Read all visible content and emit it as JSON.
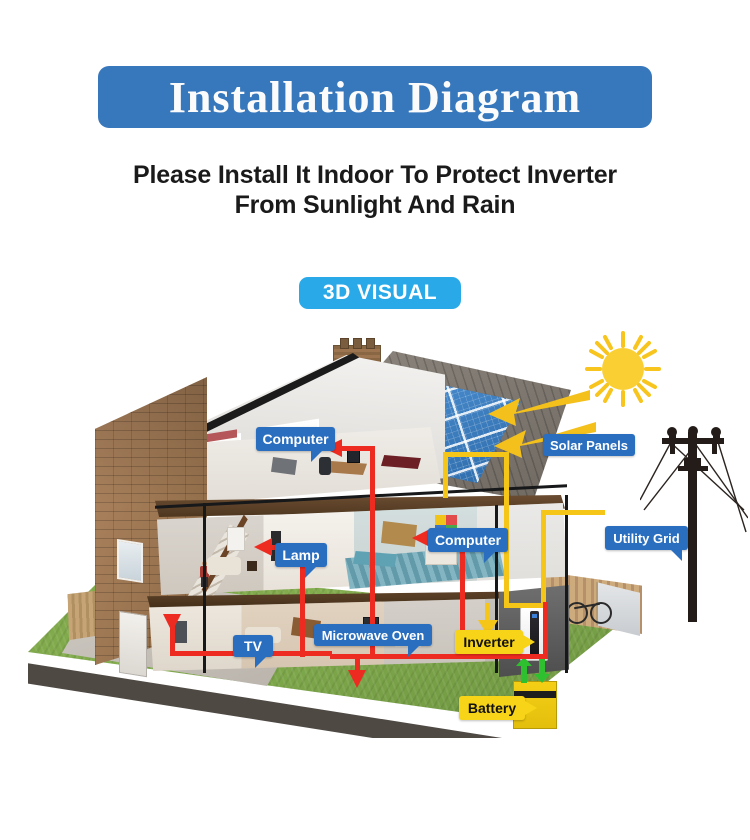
{
  "header": {
    "title": "Installation Diagram",
    "subtitle_line1": "Please Install It Indoor To Protect Inverter",
    "subtitle_line2": "From Sunlight And Rain",
    "badge": "3D VISUAL"
  },
  "colors": {
    "title_banner_bg": "#3778bd",
    "badge_bg": "#29a9e8",
    "label_blue": "#2a6fbf",
    "label_yellow": "#f7d417",
    "wire_red": "#ee2b20",
    "wire_yellow": "#f5c518",
    "arrow_green": "#2fc02f",
    "sun_yellow": "#f7c51e",
    "solar_panel_blue": "#3b7cc0",
    "lawn_green": "#7fa84a",
    "text_dark": "#1a1a1a"
  },
  "diagram": {
    "labels": [
      {
        "id": "computer-attic",
        "text": "Computer",
        "style": "blue"
      },
      {
        "id": "solar-panels",
        "text": "Solar Panels",
        "style": "blue"
      },
      {
        "id": "utility-grid",
        "text": "Utility Grid",
        "style": "blue"
      },
      {
        "id": "computer-bedroom",
        "text": "Computer",
        "style": "blue"
      },
      {
        "id": "lamp",
        "text": "Lamp",
        "style": "blue"
      },
      {
        "id": "tv",
        "text": "TV",
        "style": "blue"
      },
      {
        "id": "microwave-oven",
        "text": "Microwave Oven",
        "style": "blue"
      },
      {
        "id": "inverter",
        "text": "Inverter",
        "style": "yellow"
      },
      {
        "id": "battery",
        "text": "Battery",
        "style": "yellow"
      }
    ],
    "scene_elements": [
      "sun",
      "sun-rays",
      "solar-panel-array",
      "cutaway-house",
      "brick-wall",
      "chimney",
      "attic-office",
      "staircase",
      "bedroom",
      "living-room",
      "inverter-unit",
      "battery-unit",
      "utility-pole",
      "lawn",
      "garden-fence",
      "patio-table",
      "bicycle"
    ]
  }
}
